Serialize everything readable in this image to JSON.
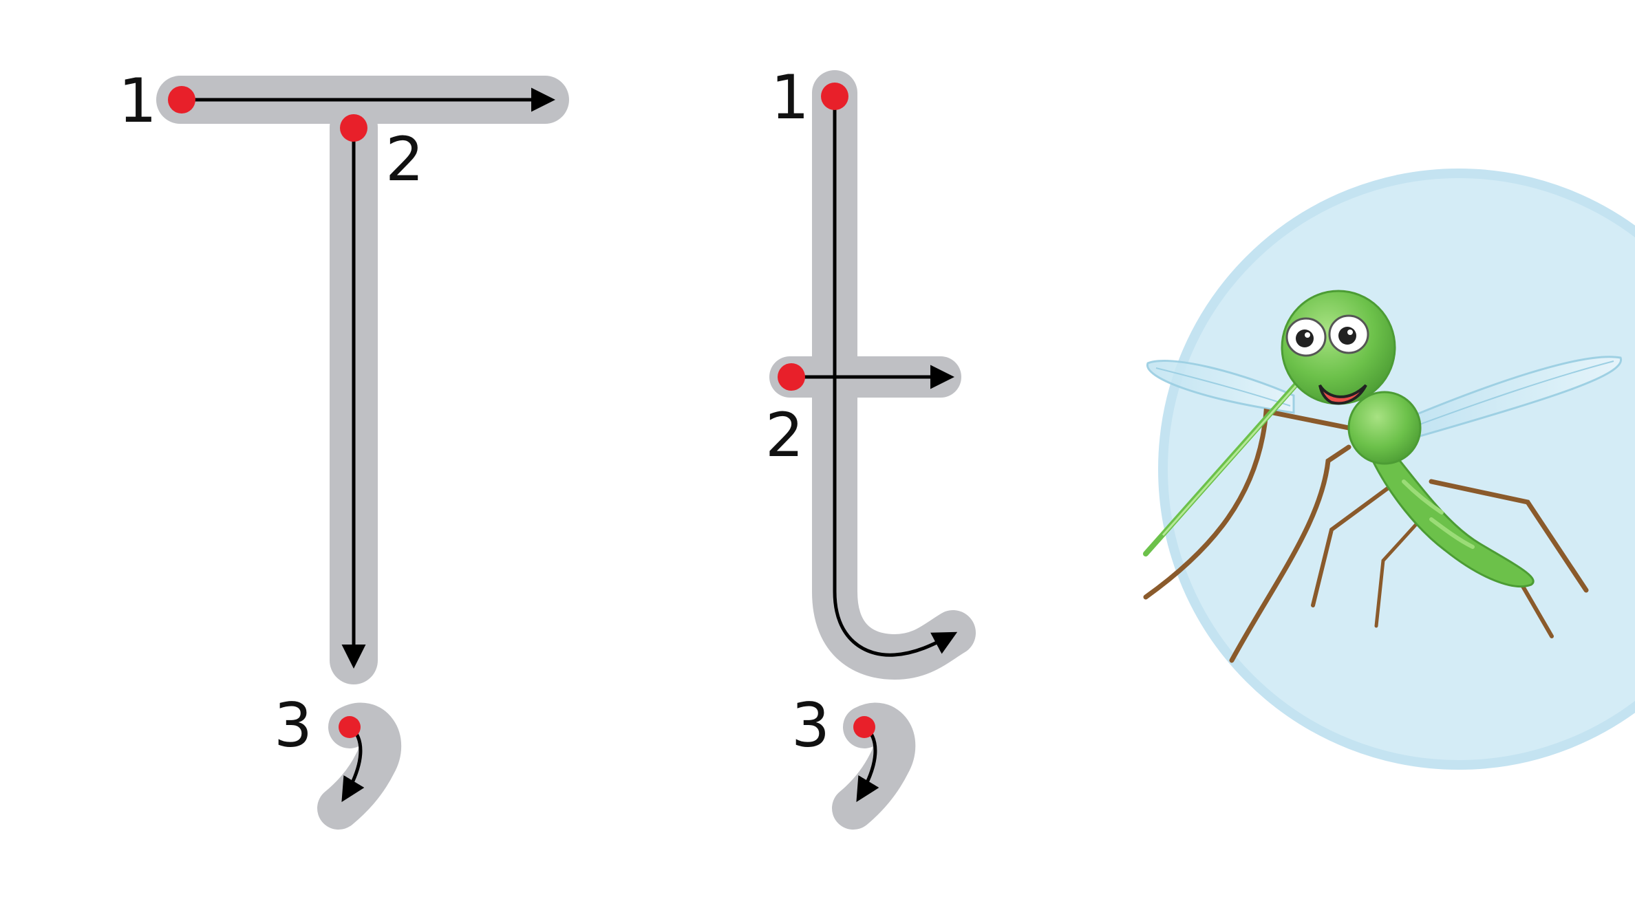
{
  "colors": {
    "background": "#ffffff",
    "track": "#bfc0c4",
    "track_outline": "#d9dadd",
    "stroke_line": "#000000",
    "start_dot": "#e8202a",
    "number_text": "#111111",
    "bubble_fill": "#d4ecf6",
    "bubble_ring": "#c4e3f1",
    "mosquito_body": "#6cc14a",
    "mosquito_body_light": "#9bdc77",
    "mosquito_leg": "#8a5a2b",
    "wing_fill": "#bfe3f2"
  },
  "uppercase_T": {
    "labels": [
      "1",
      "2",
      "3"
    ]
  },
  "lowercase_t": {
    "labels": [
      "1",
      "2",
      "3"
    ]
  },
  "illustration": {
    "subject_icon": "mosquito-icon"
  }
}
